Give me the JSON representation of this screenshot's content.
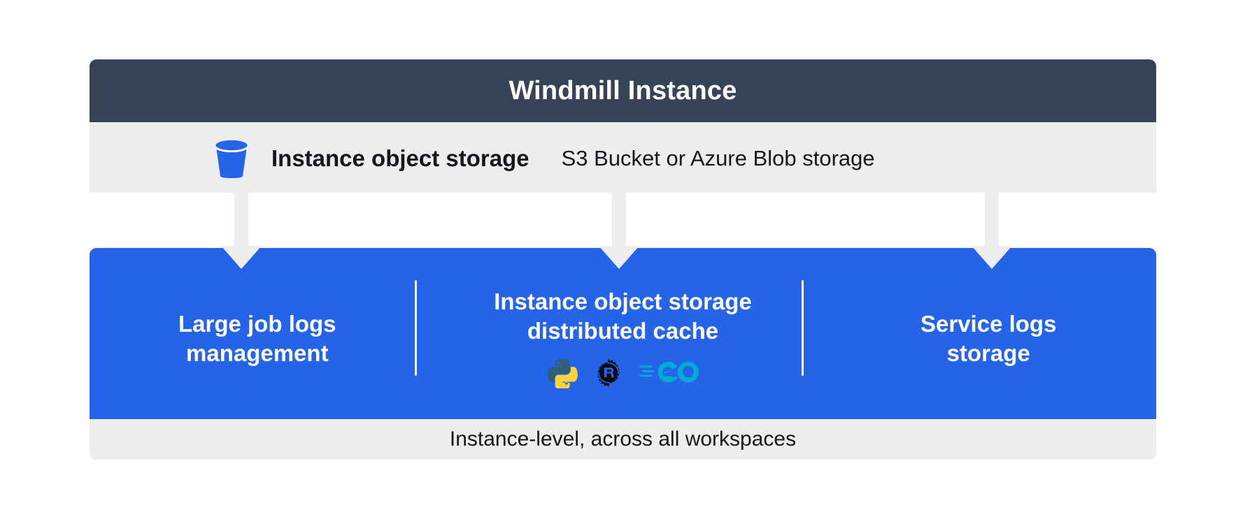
{
  "header": {
    "title": "Windmill Instance",
    "background_color": "#364457",
    "text_color": "#FFFFFF"
  },
  "storage_row": {
    "icon_name": "bucket-icon",
    "label": "Instance object storage",
    "sub_label": "S3 Bucket or Azure Blob storage",
    "background_color": "#EDEDED"
  },
  "connectors": [
    {
      "name": "arrow-to-large-job-logs",
      "direction": "down"
    },
    {
      "name": "arrow-to-distributed-cache",
      "direction": "down"
    },
    {
      "name": "arrow-to-service-logs",
      "direction": "down"
    }
  ],
  "features_panel": {
    "background_color": "#2563E8",
    "text_color": "#FFFFFF",
    "columns": [
      {
        "title": "Large job logs\nmanagement",
        "icons": []
      },
      {
        "title": "Instance object storage\ndistributed cache",
        "icons": [
          {
            "name": "python-icon",
            "label": "Python",
            "color_primary": "#2F6077",
            "color_secondary": "#FFD43B"
          },
          {
            "name": "rust-icon",
            "label": "Rust",
            "color_primary": "#000000"
          },
          {
            "name": "go-icon",
            "label": "Go",
            "color_primary": "#00ACD7"
          }
        ]
      },
      {
        "title": "Service logs\nstorage",
        "icons": []
      }
    ]
  },
  "footer": {
    "text": "Instance-level, across all workspaces",
    "background_color": "#EDEDED",
    "text_color": "#14171C"
  }
}
